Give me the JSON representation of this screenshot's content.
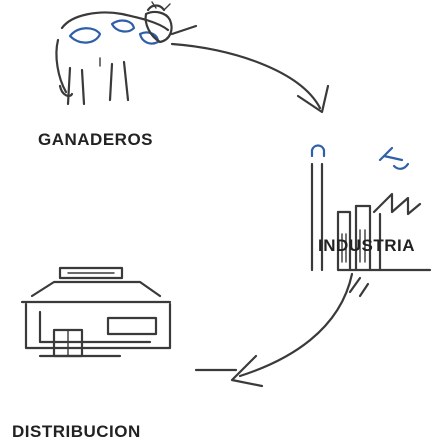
{
  "nodes": {
    "ganaderos": {
      "label": "GANADEROS",
      "icon": "cow-icon"
    },
    "industria": {
      "label": "INDUSTRIA",
      "icon": "factory-icon"
    },
    "distribucion": {
      "label": "DISTRIBUCION",
      "icon": "supermarket-icon"
    }
  },
  "arrows": [
    {
      "from": "ganaderos",
      "to": "industria"
    },
    {
      "from": "industria",
      "to": "distribucion"
    }
  ],
  "colors": {
    "text": "#222222",
    "ink": "#3a3a3a",
    "accent": "#2f5fa8"
  }
}
